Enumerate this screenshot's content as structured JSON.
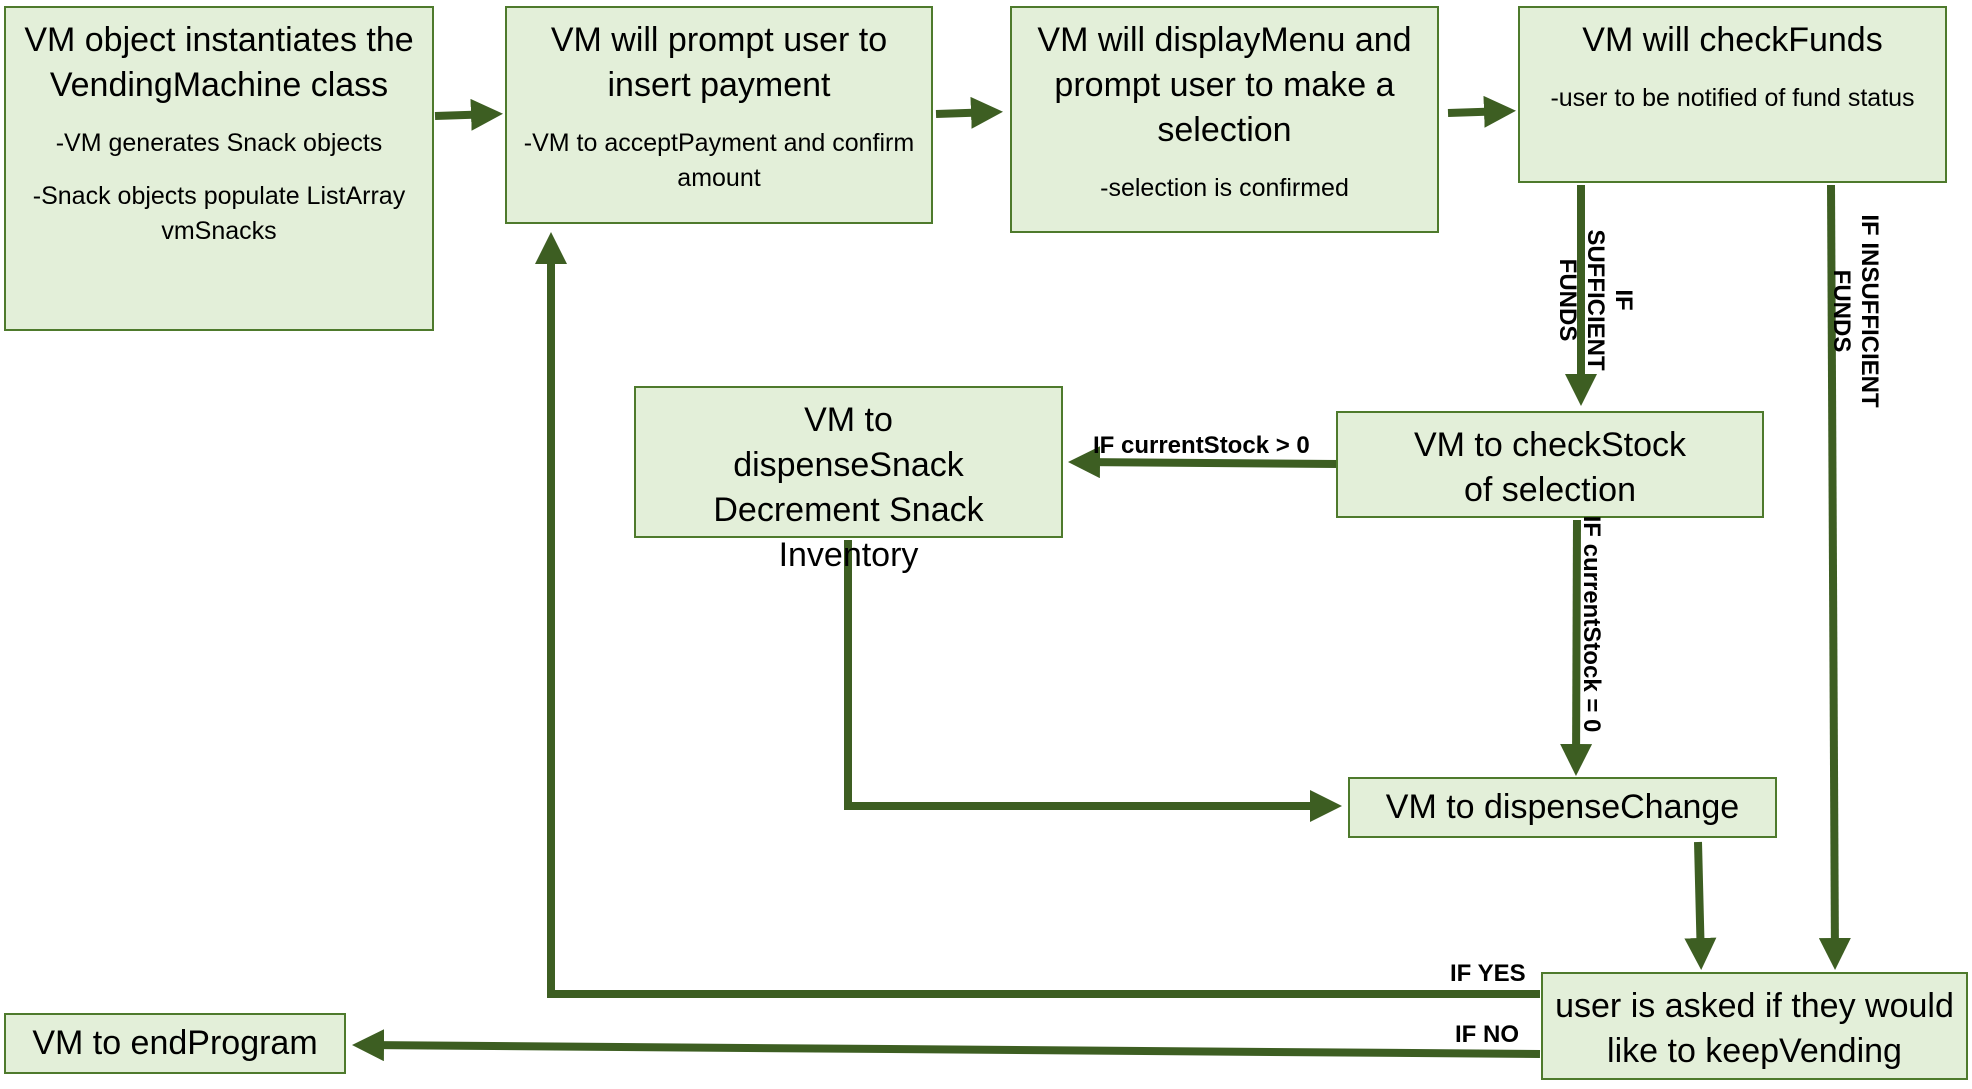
{
  "nodes": {
    "instantiate": {
      "title": "VM object instantiates the VendingMachine class",
      "notes": [
        "-VM generates Snack objects",
        "-Snack objects populate ListArray vmSnacks"
      ]
    },
    "prompt_payment": {
      "title": "VM will prompt user to insert payment",
      "notes": [
        "-VM to acceptPayment and confirm amount"
      ]
    },
    "display_menu": {
      "title": "VM will displayMenu and prompt user to make a selection",
      "notes": [
        "-selection is confirmed"
      ]
    },
    "check_funds": {
      "title": "VM will checkFunds",
      "notes": [
        "-user to be notified of fund status"
      ]
    },
    "check_stock": {
      "title": "VM to checkStock of selection"
    },
    "dispense_snack": {
      "title": "VM to dispenseSnack Decrement Snack Inventory"
    },
    "dispense_change": {
      "title": "VM to dispenseChange"
    },
    "keep_vending": {
      "title": "user is asked if they would like to keepVending"
    },
    "end_program": {
      "title": "VM to endProgram"
    }
  },
  "edges": {
    "sufficient_funds": "IF SUFFICIENT FUNDS",
    "insufficient_funds": "IF INSUFFICIENT FUNDS",
    "stock_positive": "IF currentStock > 0",
    "stock_zero": "IF currentStock = 0",
    "yes": "IF YES",
    "no": "IF NO"
  },
  "colors": {
    "box_fill": "#e3efd9",
    "box_border": "#4e7a2c",
    "arrow": "#3d5e22"
  }
}
